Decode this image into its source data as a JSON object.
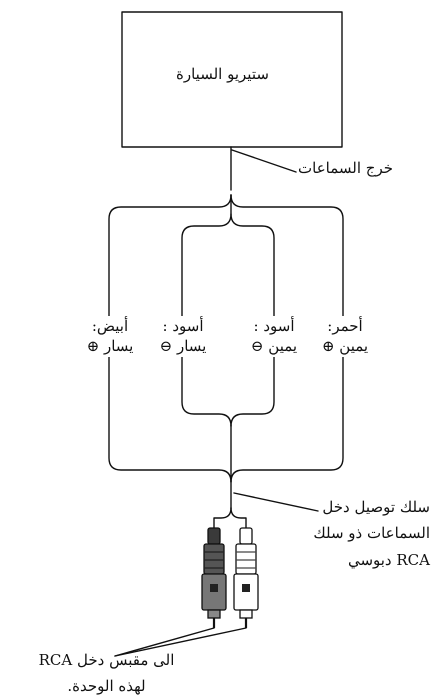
{
  "box_label": "ستيريو السيارة",
  "speaker_output": "خرج السماعات",
  "wires": [
    {
      "color": "أحمر:",
      "side": "يمين",
      "polarity": "⊕"
    },
    {
      "color": "أسود :",
      "side": "يمين",
      "polarity": "⊖"
    },
    {
      "color": "أسود :",
      "side": "يسار",
      "polarity": "⊖"
    },
    {
      "color": "أبيض:",
      "side": "يسار",
      "polarity": "⊕"
    }
  ],
  "cable_label": [
    "سلك توصيل دخل",
    "السماعات ذو سلك",
    "RCA دبوسي"
  ],
  "jack_label": [
    "الى مقبس دخل RCA",
    "لهذه الوحدة."
  ]
}
